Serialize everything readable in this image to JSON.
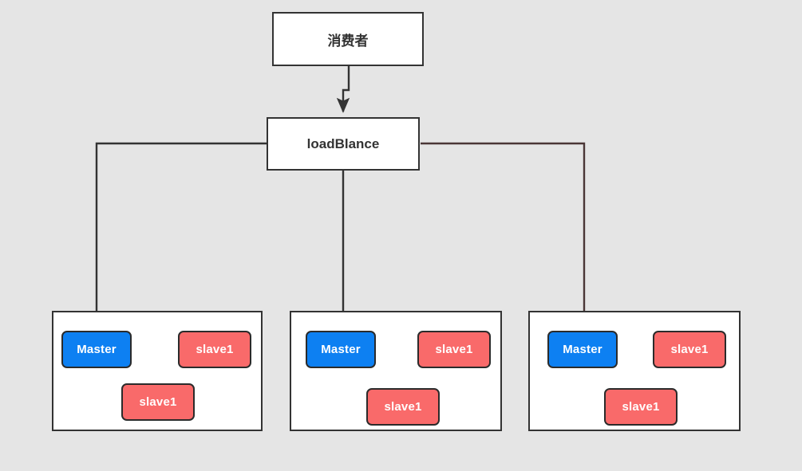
{
  "diagram": {
    "title_node": {
      "label": "消费者",
      "name": "consumer"
    },
    "balancer_node": {
      "label": "loadBlance",
      "name": "load-balance"
    },
    "colors": {
      "background": "#e5e5e5",
      "box_fill": "#ffffff",
      "box_stroke": "#333333",
      "master_fill": "#0d80f2",
      "slave_fill": "#f96a6a",
      "edge_stroke": "#333333",
      "edge_stroke_right": "#5c4040",
      "node_text": "#ffffff"
    },
    "clusters": [
      {
        "name": "cluster-1",
        "master": {
          "label": "Master"
        },
        "slave_right": {
          "label": "slave1"
        },
        "slave_bottom": {
          "label": "slave1"
        },
        "edges": [
          {
            "from": "slave_right",
            "to": "master",
            "direction": "left"
          },
          {
            "from": "master",
            "to": "slave_bottom",
            "direction": "down-right"
          },
          {
            "from": "slave_bottom",
            "to": "slave_right",
            "direction": "up-right"
          }
        ]
      },
      {
        "name": "cluster-2",
        "master": {
          "label": "Master"
        },
        "slave_right": {
          "label": "slave1"
        },
        "slave_bottom": {
          "label": "slave1"
        },
        "edges": [
          {
            "from": "slave_right",
            "to": "master",
            "direction": "left"
          },
          {
            "from": "master",
            "to": "slave_bottom",
            "direction": "down-right"
          },
          {
            "from": "slave_right",
            "to": "slave_bottom",
            "direction": "down-left"
          }
        ]
      },
      {
        "name": "cluster-3",
        "master": {
          "label": "Master"
        },
        "slave_right": {
          "label": "slave1"
        },
        "slave_bottom": {
          "label": "slave1"
        },
        "edges": [
          {
            "from": "slave_right",
            "to": "master",
            "direction": "left"
          },
          {
            "from": "master",
            "to": "slave_bottom",
            "direction": "down-right"
          },
          {
            "from": "slave_right",
            "to": "slave_bottom",
            "direction": "down-left"
          }
        ]
      }
    ],
    "connectors": [
      {
        "name": "consumer-to-loadblance",
        "from": "consumer",
        "to": "load-balance"
      },
      {
        "name": "loadblance-to-cluster-1",
        "from": "load-balance",
        "to": "cluster-1"
      },
      {
        "name": "loadblance-to-cluster-2",
        "from": "load-balance",
        "to": "cluster-2"
      },
      {
        "name": "loadblance-to-cluster-3",
        "from": "load-balance",
        "to": "cluster-3"
      }
    ]
  }
}
